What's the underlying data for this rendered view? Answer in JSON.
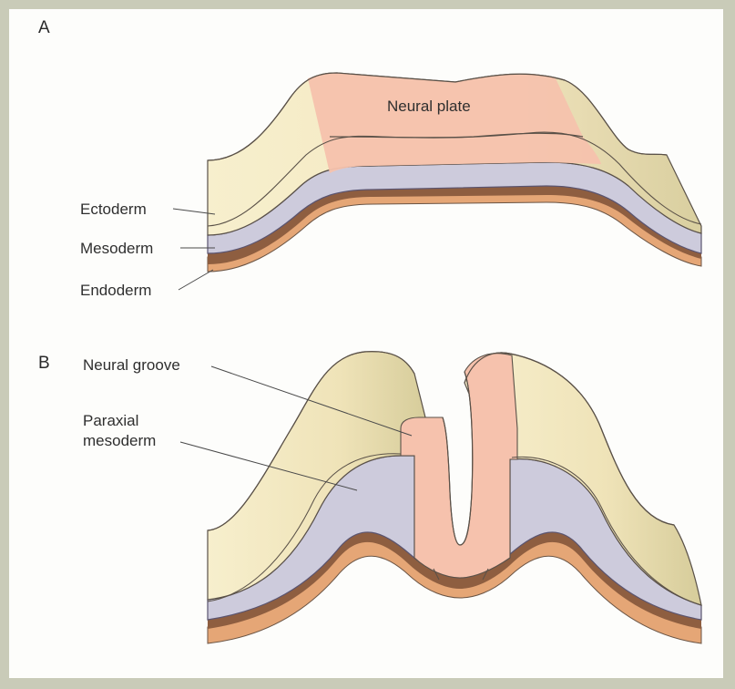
{
  "panel_a": {
    "letter": "A",
    "labels": {
      "neural_plate": "Neural plate",
      "ectoderm": "Ectoderm",
      "mesoderm": "Mesoderm",
      "endoderm": "Endoderm"
    }
  },
  "panel_b": {
    "letter": "B",
    "labels": {
      "neural_groove": "Neural groove",
      "paraxial_line1": "Paraxial",
      "paraxial_line2": "mesoderm"
    }
  },
  "colors": {
    "background_border": "#c9cbb8",
    "ectoderm": "#f6edc8",
    "ectoderm_shadow": "#ddd3a6",
    "neural": "#f7c3ad",
    "mesoderm": "#cdcbdc",
    "endoderm": "#e3a574",
    "dark_band": "#8a5a3e",
    "outline": "#5a5148"
  }
}
